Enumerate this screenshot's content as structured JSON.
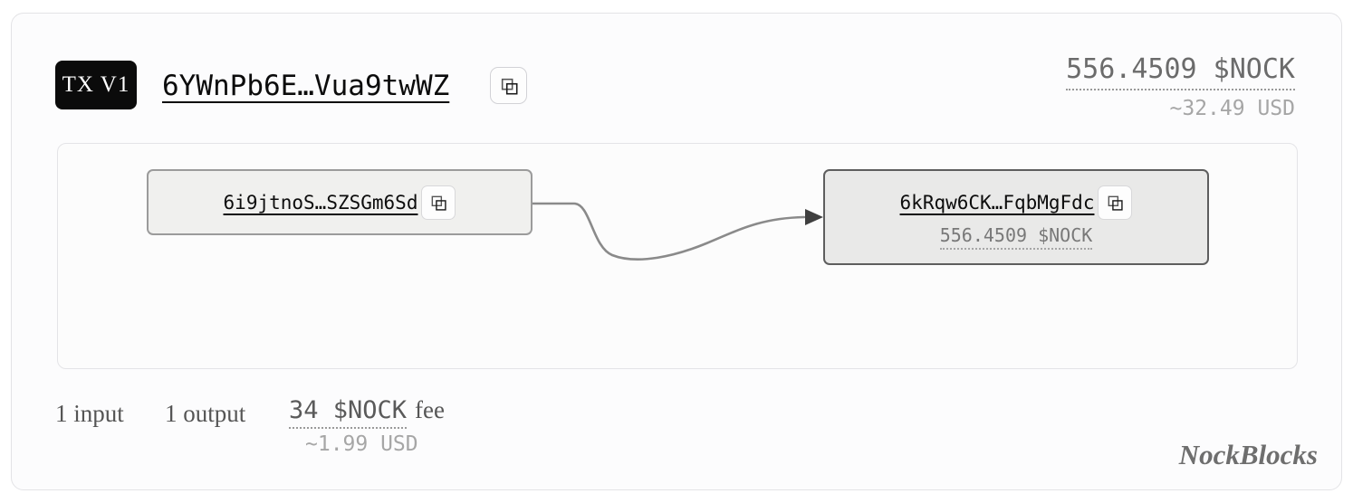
{
  "header": {
    "badge_label": "TX V1",
    "tx_hash": "6YWnPb6E…Vua9twWZ",
    "amount_nock": "556.4509 $NOCK",
    "amount_usd": "~32.49 USD"
  },
  "graph": {
    "input_node": {
      "address": "6i9jtnoS…SZSGm6Sd"
    },
    "output_node": {
      "address": "6kRqw6CK…FqbMgFdc",
      "amount_nock": "556.4509 $NOCK"
    }
  },
  "stats": {
    "input_count": "1 input",
    "output_count": "1 output",
    "fee_amount": "34 $NOCK",
    "fee_label": "fee",
    "fee_usd": "~1.99 USD"
  },
  "footer": {
    "brand": "NockBlocks"
  },
  "colors": {
    "badge_bg": "#0b0b0b",
    "link_text": "#0c0c0c",
    "muted_text": "#6b6b6b",
    "faint_text": "#a6a6a6",
    "input_node_bg": "#f0f0ee",
    "input_node_border": "#9b9b9b",
    "output_node_bg": "#e9e9e8",
    "output_node_border": "#5e5e5e",
    "edge_stroke": "#8a8a8a",
    "arrowhead": "#3f3f3f"
  }
}
